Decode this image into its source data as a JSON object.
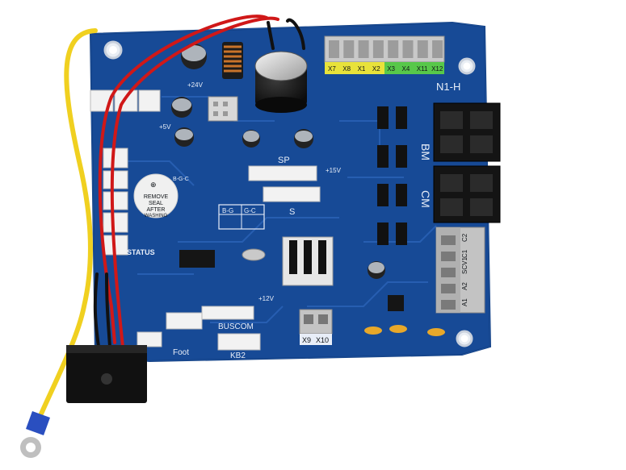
{
  "board": {
    "header_labels": [
      "X7",
      "X8",
      "X1",
      "X2",
      "X3",
      "X4",
      "X11",
      "X12"
    ],
    "header_colors": [
      "#e8e23a",
      "#e8e23a",
      "#e8e23a",
      "#e8e23a",
      "#58c84a",
      "#58c84a",
      "#58c84a",
      "#58c84a"
    ],
    "n1h_label": "N1-H",
    "bm_label": "BM",
    "cm_label": "CM",
    "plus24v_label": "+24V",
    "plus5v_label": "+5V",
    "plus15v_label": "+15V",
    "plus12v_label": "+12V",
    "sp_label": "SP",
    "s_label": "S",
    "status_label": "STATUS",
    "buscom_label": "BUSCOM",
    "kb2_label": "KB2",
    "foot_label": "Foot",
    "x9_label": "X9",
    "x10_label": "X10",
    "gnd_table": [
      "B-G",
      "G-C"
    ],
    "bgc_label": "B-G-C",
    "sticker_lines": [
      "REMOVE",
      "SEAL",
      "AFTER",
      "WASHING"
    ],
    "right_terminal_labels": [
      "A1",
      "A2",
      "SCV1",
      "C1",
      "C2"
    ],
    "yellow_wire_color": "#f0d020",
    "red_wire_color": "#d01818",
    "board_color": "#174a96"
  }
}
